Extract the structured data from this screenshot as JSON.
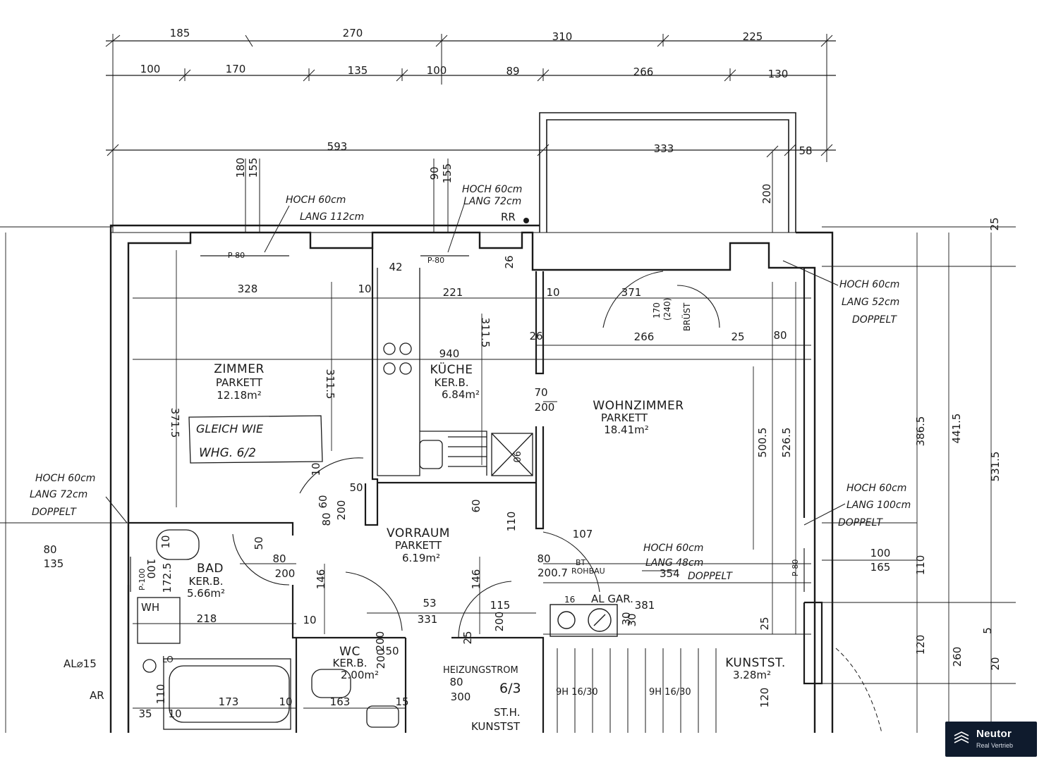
{
  "dimensions": {
    "top_row1": [
      "185",
      "270",
      "310",
      "225"
    ],
    "top_row2": [
      "100",
      "170",
      "135",
      "100",
      "89",
      "266",
      "130"
    ],
    "top_row3": [
      "593",
      "333",
      "58"
    ],
    "right_side": [
      "25",
      "441.5",
      "531.5",
      "386.5",
      "5",
      "20",
      "260",
      "120",
      "110",
      "100",
      "165"
    ],
    "left_side": [
      "80",
      "135"
    ],
    "interior": [
      "180",
      "155",
      "90",
      "155",
      "200",
      "42",
      "26",
      "328",
      "10",
      "221",
      "10",
      "371",
      "26",
      "266",
      "25",
      "80",
      "311.5",
      "940",
      "371.5",
      "311.5",
      "70",
      "200",
      "500.5",
      "526.5",
      "10",
      "50",
      "60",
      "60",
      "200",
      "80",
      "110",
      "107",
      "10",
      "50",
      "80",
      "200",
      "172.5",
      "146",
      "146",
      "80",
      "200",
      "53",
      "115",
      "331",
      "200",
      "218",
      "10",
      "25",
      "381",
      "30",
      "25",
      "110",
      "173",
      "10",
      "163",
      "15",
      "35",
      "10",
      "50",
      "200",
      "30",
      "80",
      "300",
      "120",
      "100"
    ]
  },
  "rooms": {
    "zimmer": {
      "name": "ZIMMER",
      "floor": "PARKETT",
      "area": "12.18m²"
    },
    "kueche": {
      "name": "KÜCHE",
      "floor": "KER.B.",
      "area": "6.84m²"
    },
    "wohnzimmer": {
      "name": "WOHNZIMMER",
      "floor": "PARKETT",
      "area": "18.41m²"
    },
    "vorraum": {
      "name": "VORRAUM",
      "floor": "PARKETT",
      "area": "6.19m²"
    },
    "bad": {
      "name": "BAD",
      "floor": "KER.B.",
      "area": "5.66m²"
    },
    "wc": {
      "name": "WC",
      "floor": "KER.B.",
      "area": "2.00m²"
    },
    "kunstst": {
      "name": "KUNSTST.",
      "area": "3.28m²"
    }
  },
  "labels": {
    "rr": "RR",
    "p80_a": "P-80",
    "p80_b": "P-80",
    "p80_c": "P-80",
    "p100": "P-100",
    "wh": "WH",
    "al015": "AL⌀15",
    "ar": "AR",
    "lo": "LO",
    "heizung": "HEIZUNGSTROM",
    "unit": "6/3",
    "sth": "ST.H.",
    "kunstst2": "KUNSTST",
    "al_gar": "AL GAR.",
    "stair1": "9H 16/30",
    "stair2": "9H 16/30",
    "sill_170": "170",
    "sill_240": "(240)",
    "parapet": "BRÜST",
    "vertical_90": "90",
    "bt": "BT",
    "rohbau": "ROHBAU",
    "a2007": "200.7",
    "d354": "354",
    "b16": "16"
  },
  "handwritten": {
    "note1_line1": "HOCH 60cm",
    "note1_line2": "LANG 112cm",
    "note2_line1": "HOCH 60cm",
    "note2_line2": "LANG 72cm",
    "note3_line1": "HOCH 60cm",
    "note3_line2": "LANG 52cm",
    "note3_line3": "DOPPELT",
    "note4_line1": "HOCH 60cm",
    "note4_line2": "LANG 72cm",
    "note4_line3": "DOPPELT",
    "note5_line1": "HOCH 60cm",
    "note5_line2": "LANG 100cm",
    "note5_line3": "DOPPELT",
    "note6_line1": "HOCH 60cm",
    "note6_line2": "LANG 48cm",
    "note6_line3": "DOPPELT",
    "box_line1": "GLEICH WIE",
    "box_line2": "WHG. 6/2"
  },
  "logo": {
    "name": "Neutor",
    "tagline": "Real Vertrieb"
  }
}
